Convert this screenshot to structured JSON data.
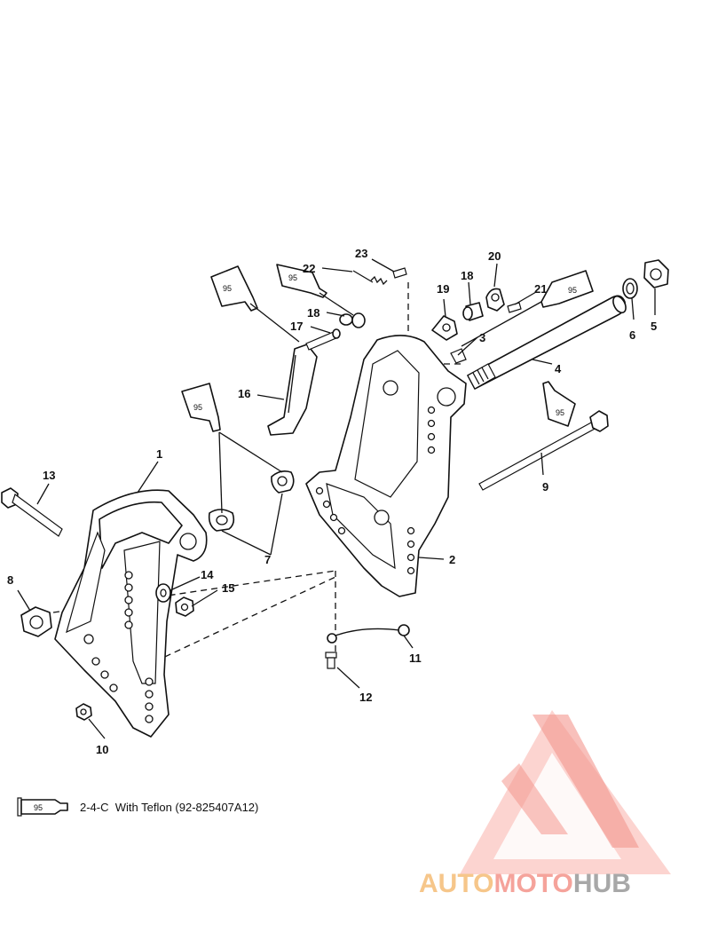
{
  "callouts": [
    "1",
    "2",
    "3",
    "4",
    "5",
    "6",
    "7",
    "8",
    "9",
    "10",
    "11",
    "12",
    "13",
    "14",
    "15",
    "16",
    "17",
    "18",
    "18",
    "19",
    "20",
    "21",
    "22",
    "23"
  ],
  "tube_label": "95",
  "legend": {
    "tube_label": "95",
    "text": "2-4-C  With Teflon (92-825407A12)"
  },
  "watermark": {
    "part1": "AUTO",
    "part2": "MOTO",
    "part3": "HUB",
    "colors": {
      "auto": "#f6c68a",
      "moto": "#f5a39b",
      "hub": "#a8a8a8",
      "logo": "#f28b82"
    }
  }
}
